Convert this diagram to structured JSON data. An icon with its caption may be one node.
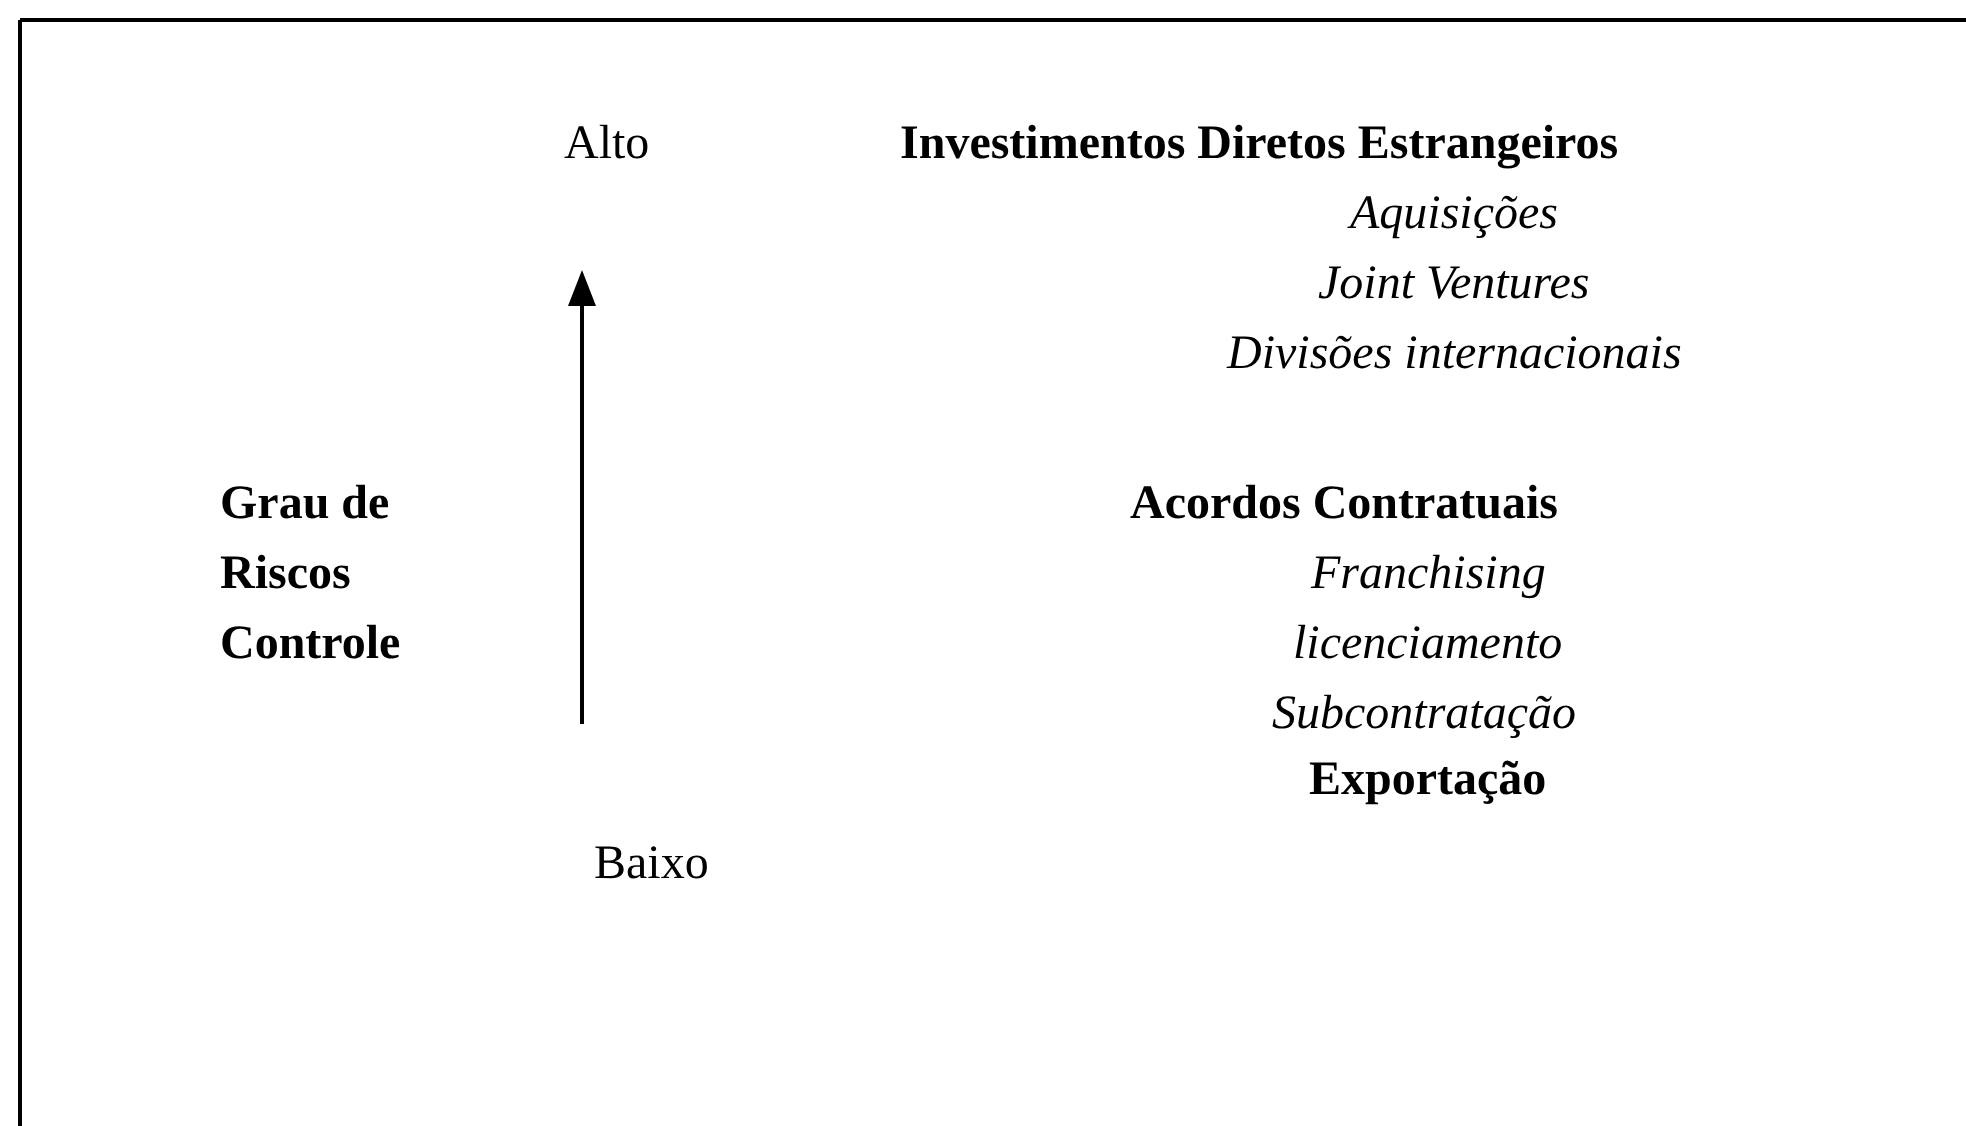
{
  "diagram": {
    "labels": [
      "Alto",
      "Investimentos Diretos Estrangeiros",
      "Aquisições",
      "Joint Ventures",
      "Divisões internacionais",
      "Grau de Riscos Controle",
      "Acordos Contratuais",
      "Franchising",
      "licenciamento",
      "Subcontratação",
      "Exportação",
      "Baixo"
    ]
  }
}
